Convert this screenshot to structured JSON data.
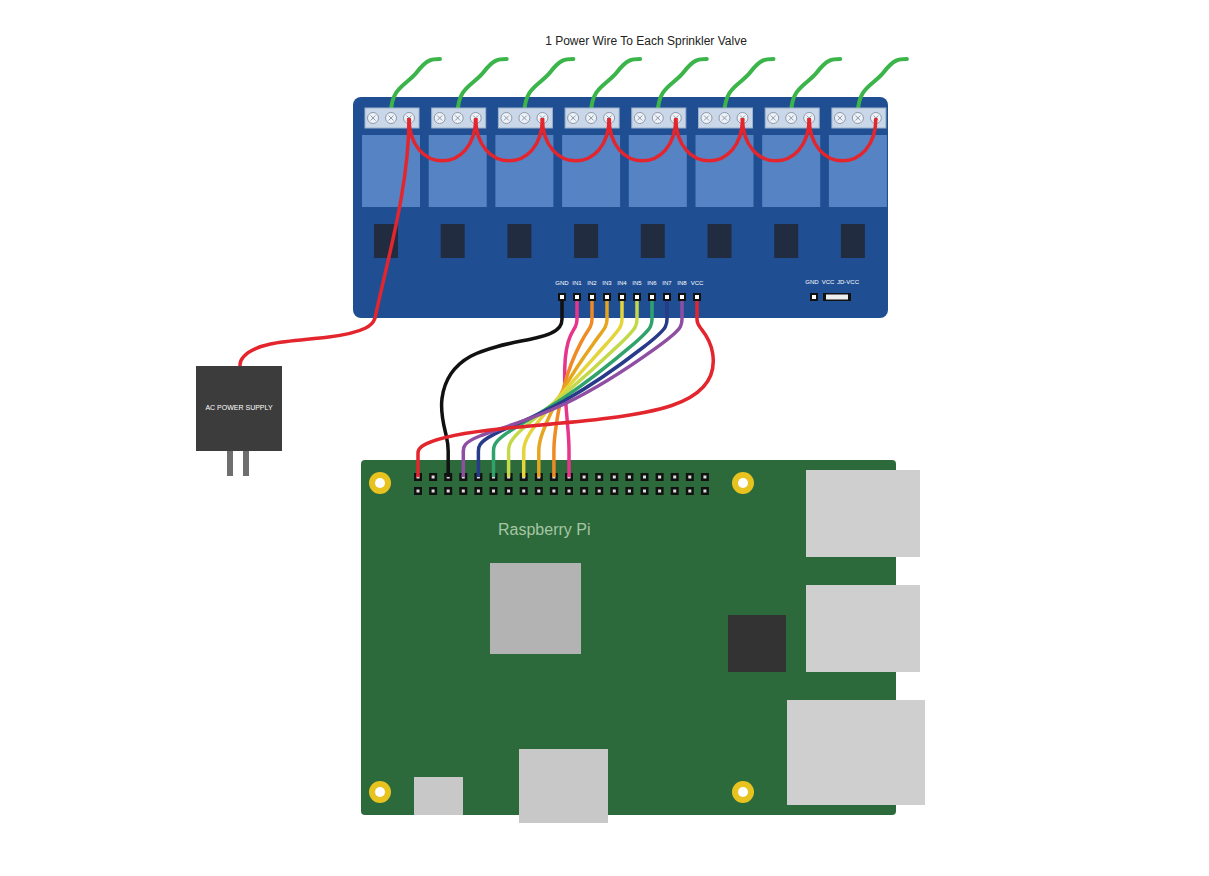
{
  "diagram": {
    "nodes": [
      {
        "text": [
          "GND",
          "IN1",
          "IN2",
          "IN3",
          "IN4",
          "IN5",
          "IN6",
          "IN7",
          "IN8",
          "VCC",
          "GND",
          "VCC",
          "JD-VCC"
        ]
      },
      {
        "text": [
          "AC POWER SUPPLY"
        ]
      },
      {
        "text": [
          "Raspberry Pi"
        ]
      }
    ],
    "edges": [
      {
        "from": 1,
        "to": 0,
        "arrow": "none"
      },
      {
        "from": 0,
        "to": 2,
        "arrow": "none"
      },
      {
        "from": 0,
        "to": 2,
        "arrow": "none"
      },
      {
        "from": 0,
        "to": 2,
        "arrow": "none"
      },
      {
        "from": 0,
        "to": 2,
        "arrow": "none"
      },
      {
        "from": 0,
        "to": 2,
        "arrow": "none"
      },
      {
        "from": 0,
        "to": 2,
        "arrow": "none"
      },
      {
        "from": 0,
        "to": 2,
        "arrow": "none"
      },
      {
        "from": 0,
        "to": 2,
        "arrow": "none"
      },
      {
        "from": 0,
        "to": 2,
        "arrow": "none"
      },
      {
        "from": 0,
        "to": 2,
        "arrow": "none"
      }
    ],
    "labels": [
      "1 Power Wire To Each Sprinkler Valve"
    ]
  }
}
